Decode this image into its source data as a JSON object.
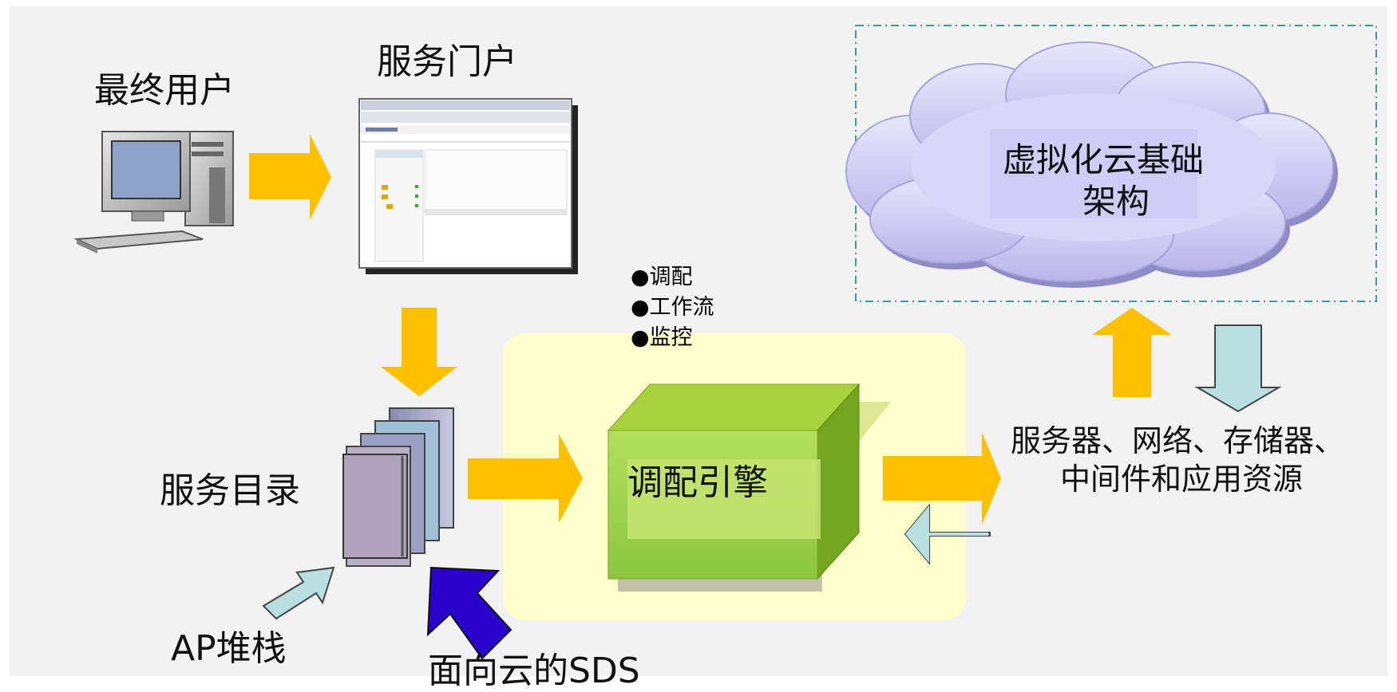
{
  "labels": {
    "end_user": "最终用户",
    "service_portal": "服务门户",
    "service_catalog": "服务目录",
    "ap_stack": "AP堆栈",
    "sds_cloud": "面向云的SDS",
    "engine": "调配引擎",
    "cloud_line1": "虚拟化云基础",
    "cloud_line2": "架构",
    "resources_line1": "服务器、网络、存储器、",
    "resources_line2": "中间件和应用资源"
  },
  "bullets": [
    "●调配",
    "●工作流",
    "●监控"
  ],
  "colors": {
    "bg_panel": "#f2f2f2",
    "arrow_gold": "#ffc000",
    "arrow_teal": "#b8e0e0",
    "arrow_blue": "#2a00cc",
    "engine_green": "#9ccf3c",
    "highlight_yellow": "#ffffcc",
    "cloud_fill": "#c9c6ee",
    "dash_border": "#3a9e9e"
  }
}
